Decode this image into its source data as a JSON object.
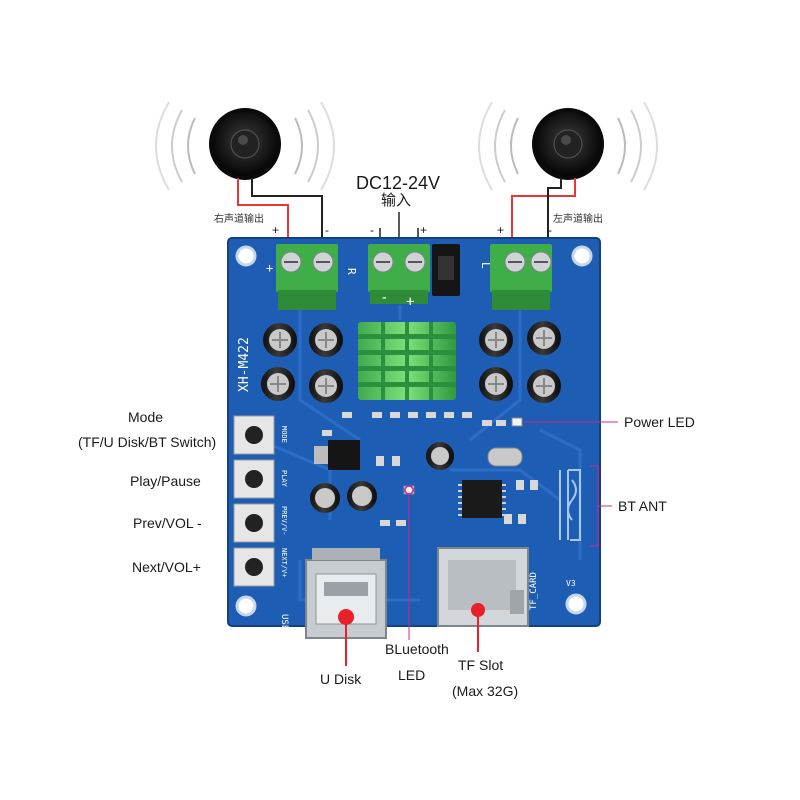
{
  "power_input": {
    "line1": "DC12-24V",
    "line2": "输入"
  },
  "channels": {
    "right_output": "右声道输出",
    "left_output": "左声道输出"
  },
  "polarity": {
    "plus": "+",
    "minus": "-"
  },
  "board": {
    "model": "XH-M422",
    "label_r": "R",
    "label_l": "L",
    "usb_silk": "USB",
    "tf_silk": "TF_CARD",
    "version": "V3",
    "btn_mode": "MODE",
    "btn_play": "PLAY",
    "btn_prev": "PREV/V-",
    "btn_next": "NEXT/V+"
  },
  "callouts": {
    "mode_line1": "Mode",
    "mode_line2": "(TF/U Disk/BT Switch)",
    "play_pause": "Play/Pause",
    "prev_vol": "Prev/VOL -",
    "next_vol": "Next/VOL+",
    "power_led": "Power LED",
    "bt_ant": "BT ANT",
    "u_disk": "U Disk",
    "bt_led_line1": "BLuetooth",
    "bt_led_line2": "LED",
    "tf_slot_line1": "TF Slot",
    "tf_slot_line2": "(Max 32G)"
  },
  "colors": {
    "pcb_blue": "#1e5db4",
    "terminal_green": "#3fae49",
    "heatsink_green": "#4cc35a",
    "wire_red": "#e53935",
    "marker_red": "#e8202a",
    "callout_pink": "#d0288a"
  },
  "icons": [
    "speaker-left-icon",
    "speaker-right-icon",
    "bluetooth-antenna-icon"
  ]
}
